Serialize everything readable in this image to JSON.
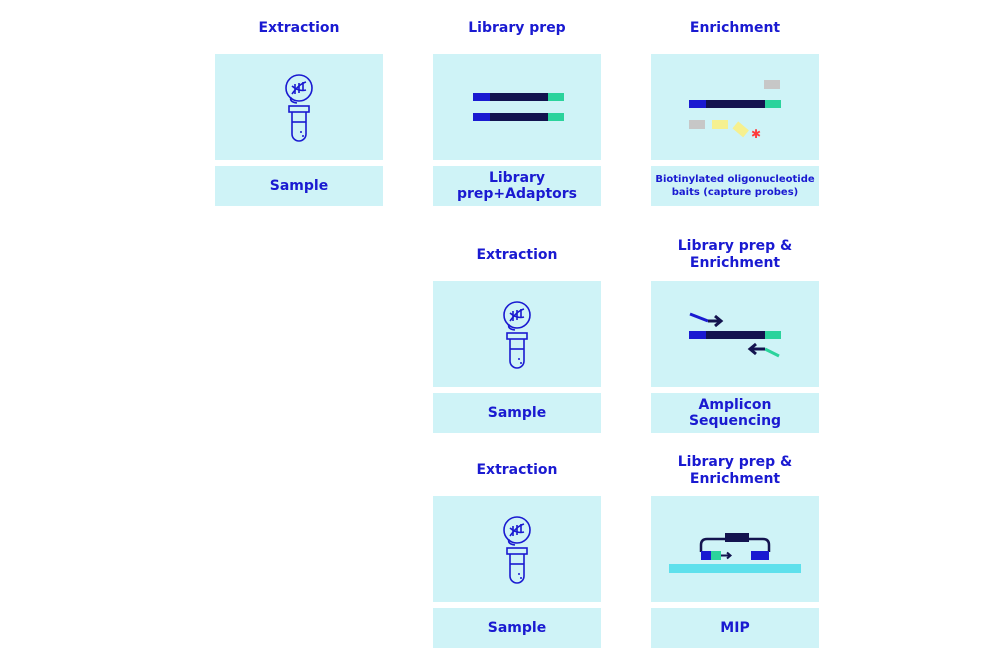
{
  "colors": {
    "accent": "#1a1ad1",
    "panel": "#cff3f7",
    "navy": "#13134f",
    "green": "#2bd39c",
    "cyan": "#5ee0ec",
    "grey_probe": "#c7c7c7",
    "yellow_probe": "#f6f08f",
    "star": "#ff3b3b"
  },
  "icons": [
    "dna-tube-icon",
    "adaptor-fragment-icon",
    "capture-probe-icon",
    "primer-amplicon-icon",
    "mip-probe-icon"
  ],
  "workflow_a": {
    "step1": {
      "title": "Extraction",
      "label": "Sample"
    },
    "step2": {
      "title": "Library prep",
      "label": "Library prep+Adaptors"
    },
    "step3": {
      "title": "Enrichment",
      "label": "Biotinylated oligonucleotide baits (capture probes)"
    }
  },
  "workflow_b": {
    "step1": {
      "title": "Extraction",
      "label": "Sample"
    },
    "step2": {
      "title": "Library prep &\nEnrichment",
      "label": "Amplicon Sequencing"
    }
  },
  "workflow_c": {
    "step1": {
      "title": "Extraction",
      "label": "Sample"
    },
    "step2": {
      "title": "Library prep &\nEnrichment",
      "label": "MIP"
    }
  }
}
